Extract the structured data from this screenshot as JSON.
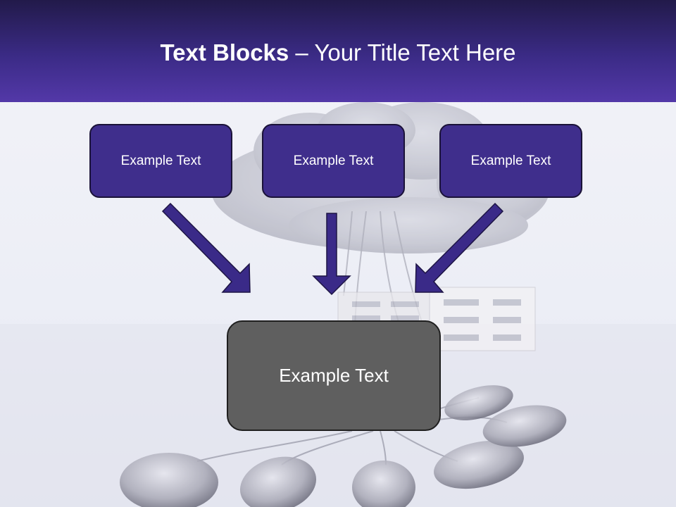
{
  "slide": {
    "title_bold": "Text Blocks",
    "title_rest": " – Your Title Text Here",
    "boxes": [
      {
        "label": "Example Text"
      },
      {
        "label": "Example Text"
      },
      {
        "label": "Example Text"
      }
    ],
    "center_label": "Example Text"
  },
  "colors": {
    "header": "#3b2b86",
    "box_fill": "#3f2e8c",
    "center_fill": "#5f5f5f",
    "arrow": "#3a2a88"
  }
}
